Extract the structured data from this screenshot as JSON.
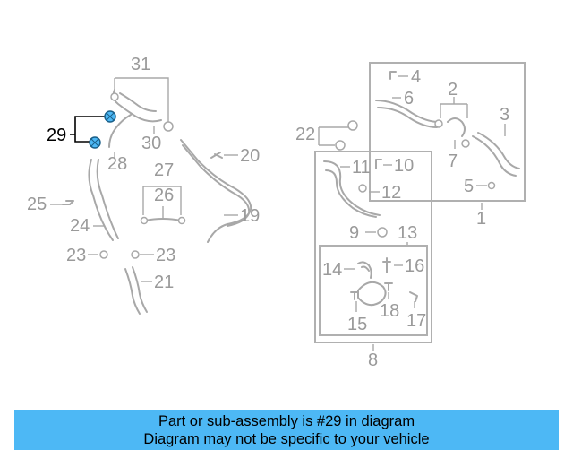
{
  "highlight_color": "#4db8f5",
  "callouts": {
    "c1": "1",
    "c2": "2",
    "c3": "3",
    "c4": "4",
    "c5": "5",
    "c6": "6",
    "c7": "7",
    "c8": "8",
    "c9": "9",
    "c10": "10",
    "c11": "11",
    "c12": "12",
    "c13": "13",
    "c14": "14",
    "c15": "15",
    "c16": "16",
    "c17": "17",
    "c18": "18",
    "c19": "19",
    "c20": "20",
    "c21": "21",
    "c22": "22",
    "c23a": "23",
    "c23b": "23",
    "c24": "24",
    "c25": "25",
    "c26": "26",
    "c27": "27",
    "c28": "28",
    "c29": "29",
    "c30": "30",
    "c31": "31"
  },
  "banner": {
    "line1": "Part or sub-assembly is #29 in diagram",
    "line2": "Diagram may not be specific to your vehicle"
  }
}
